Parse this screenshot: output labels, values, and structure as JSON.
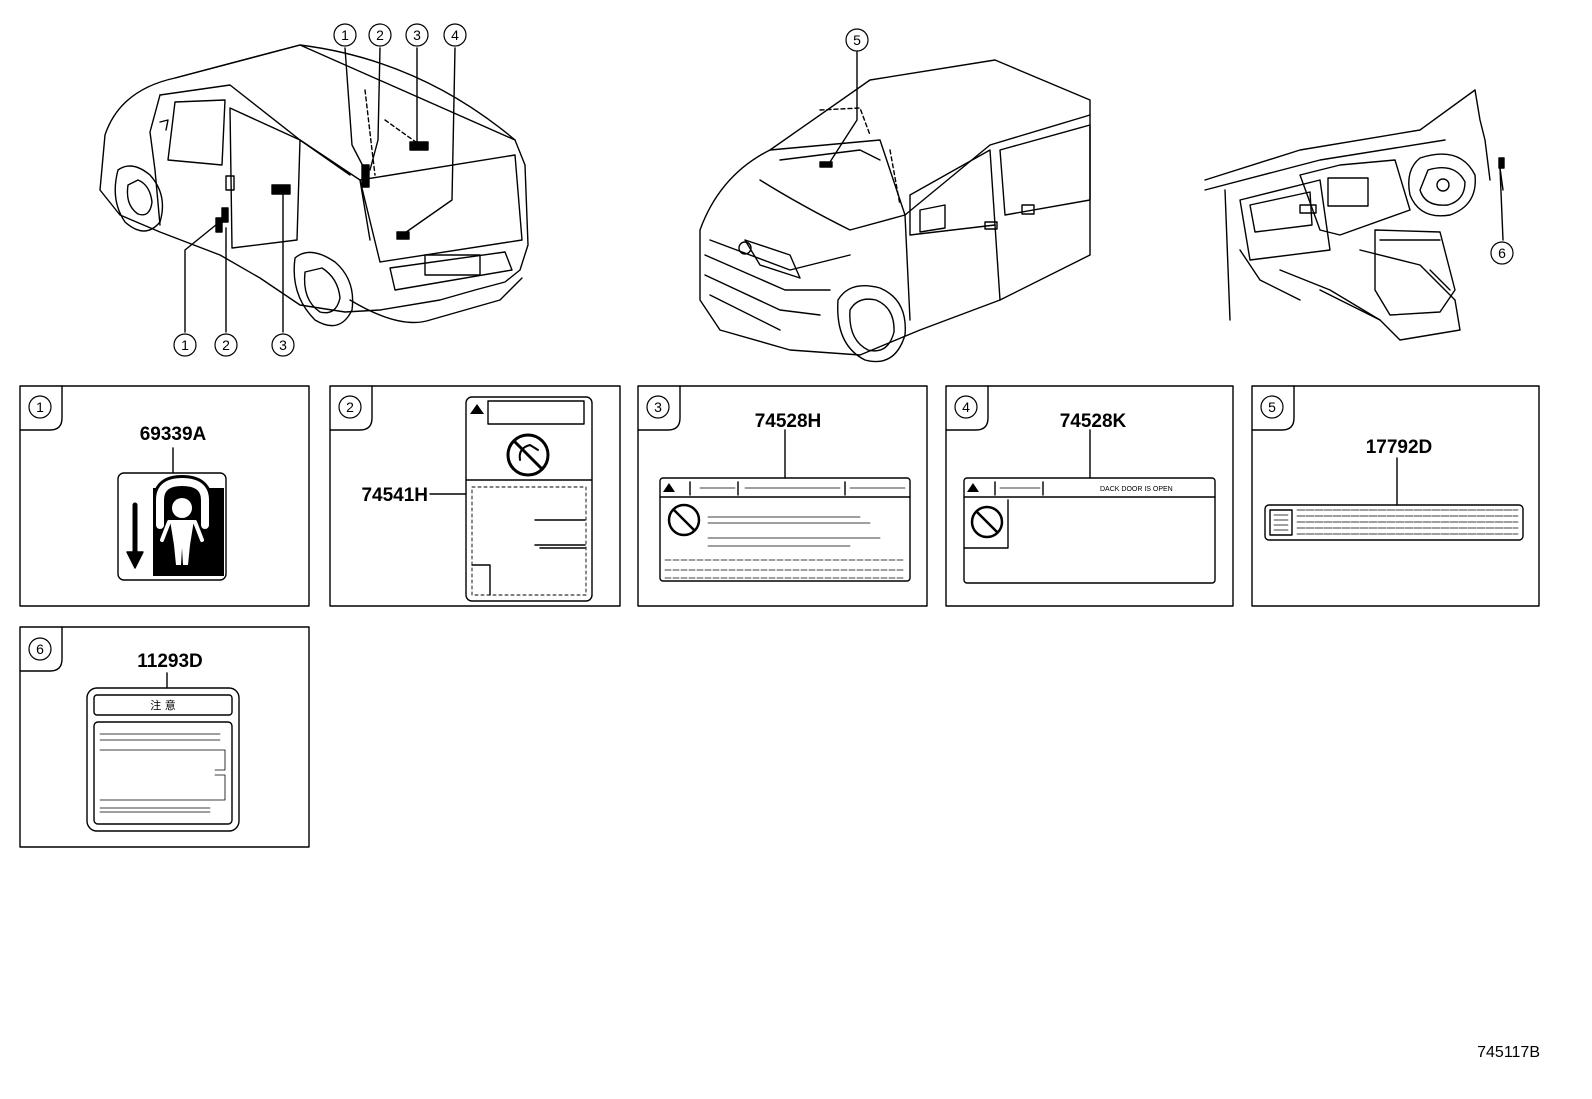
{
  "diagram": {
    "callouts": [
      "1",
      "2",
      "3",
      "4",
      "5",
      "6"
    ],
    "panels": [
      {
        "id": "1",
        "part_number": "69339A"
      },
      {
        "id": "2",
        "part_number": "74541H"
      },
      {
        "id": "3",
        "part_number": "74528H"
      },
      {
        "id": "4",
        "part_number": "74528K"
      },
      {
        "id": "5",
        "part_number": "17792D"
      },
      {
        "id": "6",
        "part_number": "11293D"
      }
    ],
    "label4_header_text": "DACK DOOR IS OPEN",
    "label6_header_text": "注 意",
    "reference_number": "745117B"
  },
  "colors": {
    "line": "#000000",
    "background": "#ffffff"
  }
}
